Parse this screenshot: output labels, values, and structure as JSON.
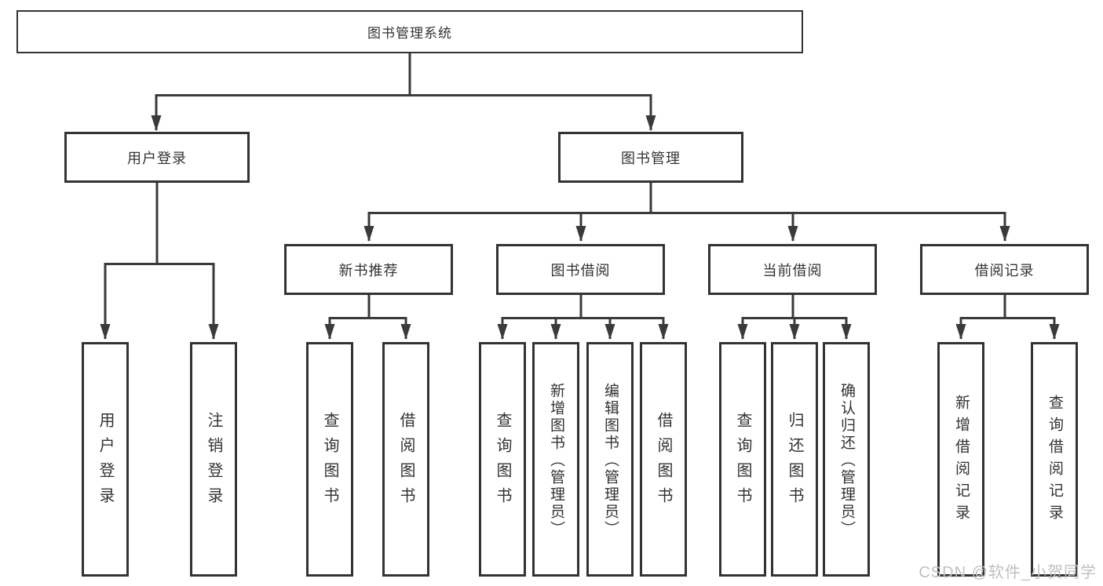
{
  "diagram": {
    "root": {
      "label": "图书管理系统",
      "children": [
        {
          "label": "用户登录",
          "children": [
            {
              "label": "用户登录"
            },
            {
              "label": "注销登录"
            }
          ]
        },
        {
          "label": "图书管理",
          "children": [
            {
              "label": "新书推荐",
              "children": [
                {
                  "label": "查询图书"
                },
                {
                  "label": "借阅图书"
                }
              ]
            },
            {
              "label": "图书借阅",
              "children": [
                {
                  "label": "查询图书"
                },
                {
                  "label": "新增图书（管理员）"
                },
                {
                  "label": "编辑图书（管理员）"
                },
                {
                  "label": "借阅图书"
                }
              ]
            },
            {
              "label": "当前借阅",
              "children": [
                {
                  "label": "查询图书"
                },
                {
                  "label": "归还图书"
                },
                {
                  "label": "确认归还（管理员）"
                }
              ]
            },
            {
              "label": "借阅记录",
              "children": [
                {
                  "label": "新增借阅记录"
                },
                {
                  "label": "查询借阅记录"
                }
              ]
            }
          ]
        }
      ]
    }
  },
  "watermark": {
    "text": "CSDN @软件_小贺同学"
  },
  "colors": {
    "line": "#3a3a3a",
    "box_border": "#333333",
    "text": "#333333",
    "watermark": "#c2c0c0",
    "background": "#ffffff"
  }
}
